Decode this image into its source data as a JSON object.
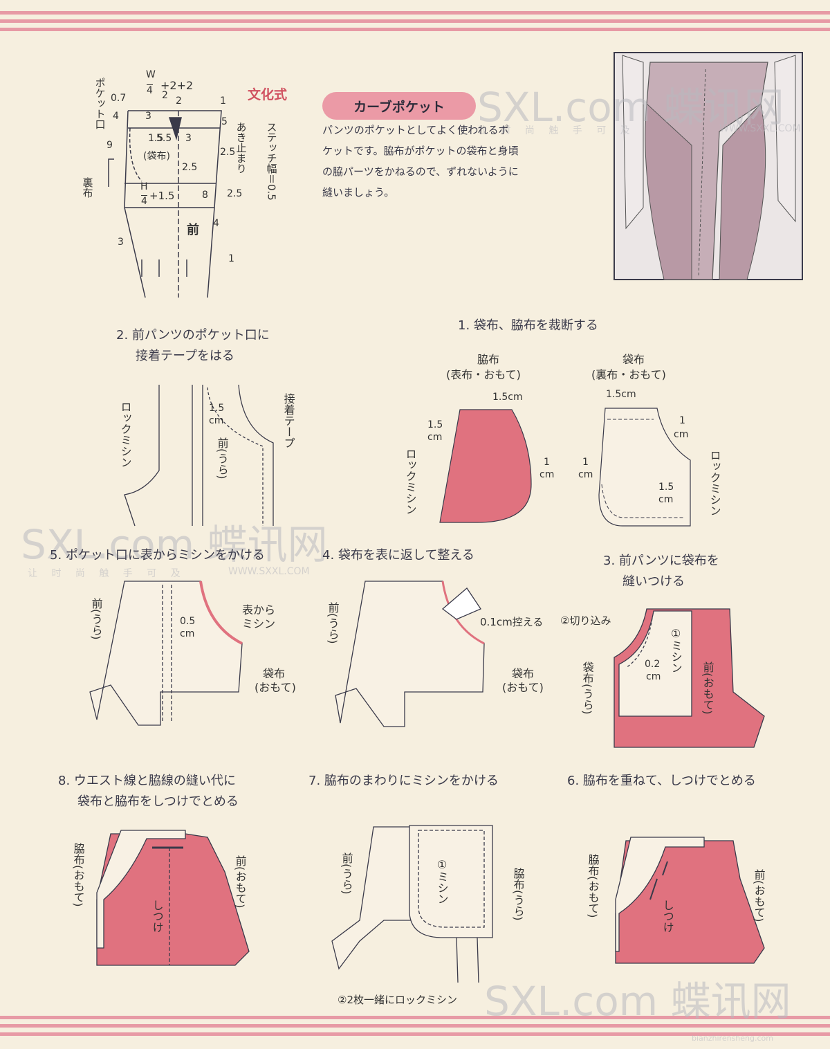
{
  "header": {
    "style_label": "文化式",
    "section_title": "カーブポケット",
    "intro_lines": [
      "パンツのポケットとしてよく使われるポ",
      "ケットです。脇布がポケットの袋布と身頃",
      "の脇パーツをかねるので、ずれないように",
      "縫いましょう。"
    ]
  },
  "pattern": {
    "pocket_mouth": "ポケット口",
    "w_formula_top": "W",
    "w_formula_bot": "4",
    "w_formula_plus": "+2+2",
    "h_formula_top": "H",
    "h_formula_bot": "4",
    "h_formula_plus": "+1.5",
    "bag_cloth": "(袋布)",
    "lining": "裏布",
    "front": "前",
    "opening_end": "あき止まり",
    "stitch_width": "ステッチ幅＝0.5",
    "nums": [
      "0.7",
      "4",
      "3",
      "1.5",
      "5.5",
      "9",
      "2",
      "1",
      "5",
      "3",
      "2.5",
      "2.5",
      "8",
      "2.5",
      "4",
      "3",
      "1",
      "2"
    ]
  },
  "steps": [
    {
      "id": "s1",
      "title": "1. 袋布、脇布を裁断する"
    },
    {
      "id": "s2",
      "title_l1": "2. 前パンツのポケット口に",
      "title_l2": "接着テープをはる"
    },
    {
      "id": "s3",
      "title_l1": "3. 前パンツに袋布を",
      "title_l2": "縫いつける"
    },
    {
      "id": "s4",
      "title": "4. 袋布を表に返して整える"
    },
    {
      "id": "s5",
      "title": "5. ポケット口に表からミシンをかける"
    },
    {
      "id": "s6",
      "title": "6. 脇布を重ねて、しつけでとめる"
    },
    {
      "id": "s7",
      "title": "7. 脇布のまわりにミシンをかける"
    },
    {
      "id": "s8",
      "title_l1": "8. ウエスト線と脇線の縫い代に",
      "title_l2": "袋布と脇布をしつけでとめる"
    }
  ],
  "labels": {
    "waki_nuno": "脇布",
    "omote_outer": "(表布・おもて)",
    "fukuro_nuno": "袋布",
    "ura_outer": "(裏布・おもて)",
    "lock_sewing": "ロックミシン",
    "cm15": "1.5cm",
    "n15": "1.5",
    "cm": "cm",
    "n1": "1",
    "setchaku_tape": "接着テープ",
    "front_ura": "前(うら)",
    "front_omote": "前(おもて)",
    "hyou_kara": "表から",
    "mishin": "ミシン",
    "n05": "0.5",
    "fukuro_omote": "(おもて)",
    "hikaeru": "0.1cm控える",
    "kirikomi": "②切り込み",
    "mishin1": "①ミシン",
    "n02": "0.2",
    "fukuro_ura": "袋布(うら)",
    "shitsuke": "しつけ",
    "waki_omote": "脇布(おもて)",
    "waki_ura": "脇布(うら)",
    "lock_together": "②2枚一緒にロックミシン"
  },
  "watermarks": {
    "brand": "SXL.com 蝶讯网",
    "sub": "让 时 尚 触 手 可 及",
    "url": "WWW.SXXL.COM",
    "footer": "bianzhirensheng.com"
  },
  "colors": {
    "pink": "#e0727f",
    "pink_light": "#eb9aa6",
    "paper": "#f6efdf",
    "ink": "#3a3a4a"
  }
}
